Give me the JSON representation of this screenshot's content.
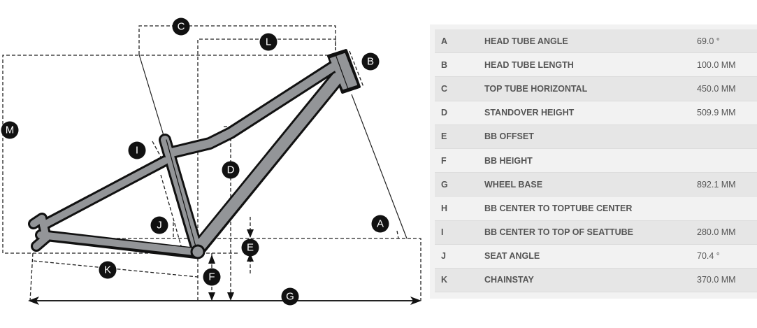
{
  "diagram": {
    "labels": [
      "A",
      "B",
      "C",
      "D",
      "E",
      "F",
      "G",
      "I",
      "J",
      "K",
      "L",
      "M"
    ],
    "frame_color": "#939598"
  },
  "geometry": [
    {
      "key": "A",
      "name": "HEAD TUBE ANGLE",
      "value": "69.0 °"
    },
    {
      "key": "B",
      "name": "HEAD TUBE LENGTH",
      "value": "100.0 MM"
    },
    {
      "key": "C",
      "name": "TOP TUBE HORIZONTAL",
      "value": "450.0 MM"
    },
    {
      "key": "D",
      "name": "STANDOVER HEIGHT",
      "value": "509.9 MM"
    },
    {
      "key": "E",
      "name": "BB OFFSET",
      "value": ""
    },
    {
      "key": "F",
      "name": "BB HEIGHT",
      "value": ""
    },
    {
      "key": "G",
      "name": "WHEEL BASE",
      "value": "892.1 MM"
    },
    {
      "key": "H",
      "name": "BB CENTER TO TOPTUBE CENTER",
      "value": ""
    },
    {
      "key": "I",
      "name": "BB CENTER TO TOP OF SEATTUBE",
      "value": "280.0 MM"
    },
    {
      "key": "J",
      "name": "SEAT ANGLE",
      "value": "70.4 °"
    },
    {
      "key": "K",
      "name": "CHAINSTAY",
      "value": "370.0 MM"
    }
  ]
}
